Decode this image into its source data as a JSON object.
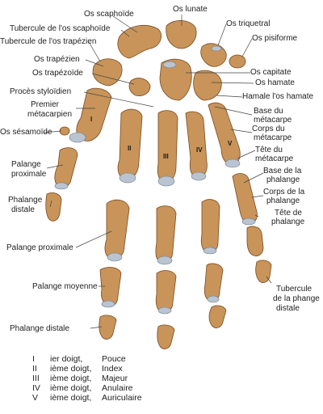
{
  "labels": {
    "scaphoide": "Os scaphoïde",
    "lunate": "Os lunate",
    "tub_scaphoide": "Tubercule de l'os scaphoïde",
    "triquetral": "Os triquetral",
    "tub_trapezien": "Tubercule de l'os trapézien",
    "pisiforme": "Os pisiforme",
    "trapezien": "Os trapézien",
    "capitate": "Os capitate",
    "trapezoide": "Os trapézoïde",
    "hamate": "Os hamate",
    "styloidien": "Procès styloïdien",
    "hamale": "Hamale l'os hamate",
    "premier_metacarpien_1": "Premier",
    "premier_metacarpien_2": "métacarpien",
    "base_meta_1": "Base du",
    "base_meta_2": "métacarpe",
    "sesamoide": "Os sésamoïde",
    "corps_meta_1": "Corps du",
    "corps_meta_2": "métacarpe",
    "tete_meta_1": "Tête du",
    "tete_meta_2": "métacarpe",
    "palange_prox_1": "Palange",
    "palange_prox_2": "proximale",
    "base_phal_1": "Base de la",
    "base_phal_2": "phalange",
    "corps_phal_1": "Corps de la",
    "corps_phal_2": "phalange",
    "phalange_distale_1": "Phalange",
    "phalange_distale_2": "distale",
    "tete_phal_1": "Tête de",
    "tete_phal_2": "phalange",
    "palange_proximale": "Palange proximale",
    "palange_moyenne": "Palange moyenne",
    "tuberc_1": "Tubercule",
    "tuberc_2": "de la phange",
    "tuberc_3": "distale",
    "phalange_distale_bottom": "Phalange distale"
  },
  "roman": [
    "I",
    "II",
    "III",
    "IV",
    "V"
  ],
  "legend": [
    {
      "num": "I",
      "text": "ier doigt,",
      "name": "Pouce"
    },
    {
      "num": "II",
      "text": "ième doigt,",
      "name": "Index"
    },
    {
      "num": "III",
      "text": "ième doigt,",
      "name": "Majeur"
    },
    {
      "num": "IV",
      "text": "ième doigt,",
      "name": "Anulaire"
    },
    {
      "num": "V",
      "text": "ième doigt,",
      "name": "Auriculaire"
    }
  ],
  "colors": {
    "bone": "#c8945a",
    "cartilage": "#b9c4d0"
  }
}
